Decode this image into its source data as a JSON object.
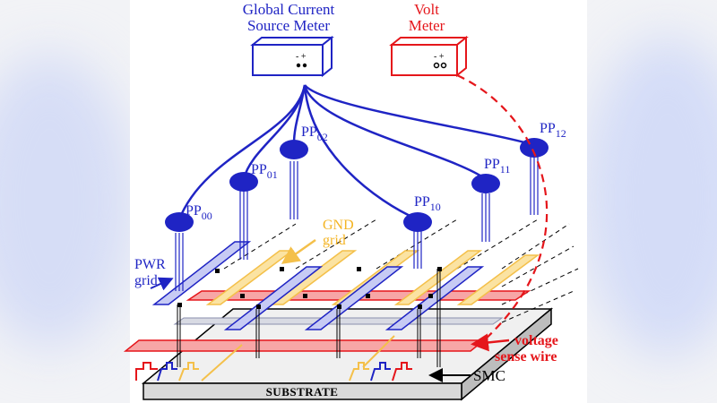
{
  "labels": {
    "global_meter_line1": "Global Current",
    "global_meter_line2": "Source Meter",
    "volt_line1": "Volt",
    "volt_line2": "Meter",
    "gnd_line1": "GND",
    "gnd_line2": "grid",
    "pwr_line1": "PWR",
    "pwr_line2": "grid",
    "voltage_line1": "voltage",
    "voltage_line2": "sense wire",
    "smc": "SMC",
    "substrate": "SUBSTRATE",
    "terminals": "- +"
  },
  "probes": [
    {
      "prefix": "PP",
      "sub": "00"
    },
    {
      "prefix": "PP",
      "sub": "01"
    },
    {
      "prefix": "PP",
      "sub": "02"
    },
    {
      "prefix": "PP",
      "sub": "10"
    },
    {
      "prefix": "PP",
      "sub": "11"
    },
    {
      "prefix": "PP",
      "sub": "12"
    }
  ],
  "colors": {
    "current_meter": "#1f24c4",
    "volt_meter": "#e5161b",
    "gnd_grid": "#f4c04a",
    "pwr_grid": "#8f97e6",
    "substrate": "#d9d9d9",
    "smc_arrow": "#000000"
  }
}
